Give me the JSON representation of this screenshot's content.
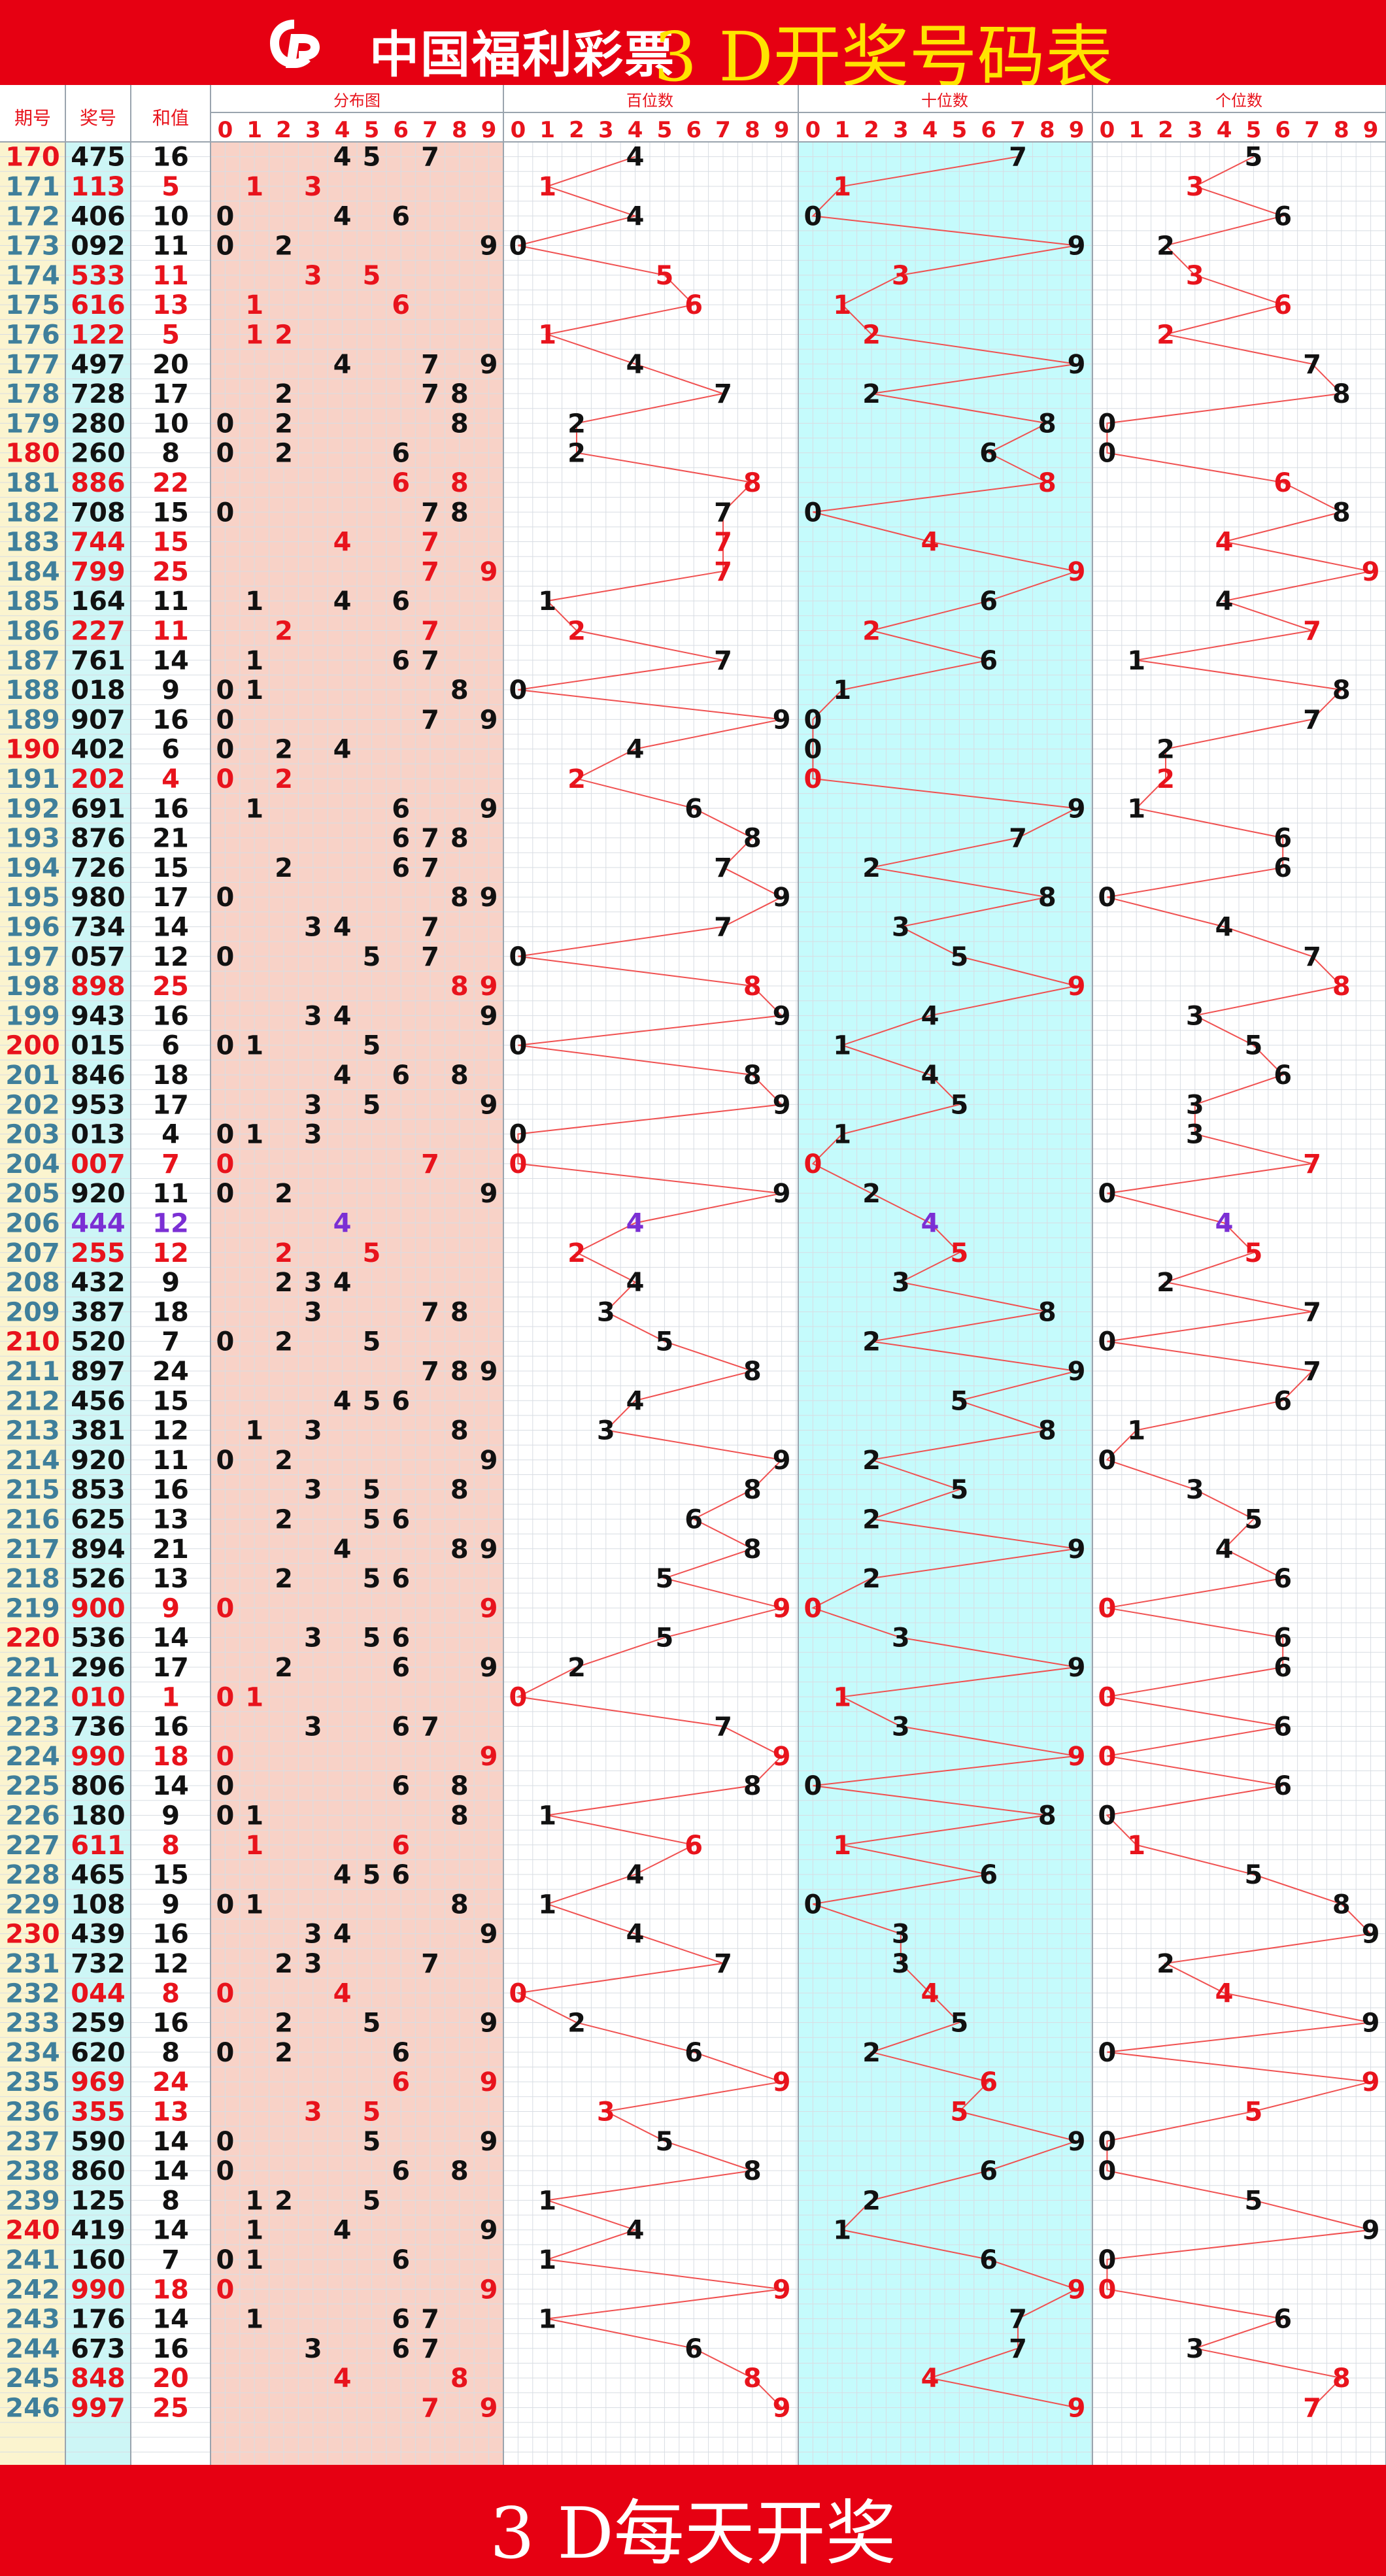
{
  "header": {
    "logo_name": "welfare-lottery-logo",
    "org_name": "中国福利彩票",
    "title": "3 D开奖号码表"
  },
  "footer": {
    "text": "3 D每天开奖"
  },
  "colors": {
    "banner": "#e60012",
    "title_yellow": "#ffe400",
    "period_bg": "#fbf4cf",
    "number_bg": "#cdf6f6",
    "distribution_bg": "#f8d2c7",
    "tens_bg": "#c5fbfc",
    "red": "#e8131c",
    "purple": "#7b2fd4",
    "blue_text": "#3f7f9b",
    "line": "#f05050",
    "grid": "#d8dde3"
  },
  "table": {
    "headers": {
      "period": "期号",
      "number": "奖号",
      "sum": "和值"
    },
    "groups": [
      {
        "key": "distribution",
        "label": "分布图"
      },
      {
        "key": "hundreds",
        "label": "百位数"
      },
      {
        "key": "tens",
        "label": "十位数"
      },
      {
        "key": "units",
        "label": "个位数"
      }
    ],
    "digit_labels": [
      "0",
      "1",
      "2",
      "3",
      "4",
      "5",
      "6",
      "7",
      "8",
      "9"
    ]
  },
  "chart_data": {
    "type": "table",
    "title": "3 D开奖号码表",
    "columns": [
      "期号",
      "奖号",
      "和值",
      "分布图",
      "百位数",
      "十位数",
      "个位数"
    ],
    "rows": [
      {
        "period": "170",
        "number": "475",
        "sum": "16"
      },
      {
        "period": "171",
        "number": "113",
        "sum": "5"
      },
      {
        "period": "172",
        "number": "406",
        "sum": "10"
      },
      {
        "period": "173",
        "number": "092",
        "sum": "11"
      },
      {
        "period": "174",
        "number": "533",
        "sum": "11"
      },
      {
        "period": "175",
        "number": "616",
        "sum": "13"
      },
      {
        "period": "176",
        "number": "122",
        "sum": "5"
      },
      {
        "period": "177",
        "number": "497",
        "sum": "20"
      },
      {
        "period": "178",
        "number": "728",
        "sum": "17"
      },
      {
        "period": "179",
        "number": "280",
        "sum": "10"
      },
      {
        "period": "180",
        "number": "260",
        "sum": "8"
      },
      {
        "period": "181",
        "number": "886",
        "sum": "22"
      },
      {
        "period": "182",
        "number": "708",
        "sum": "15"
      },
      {
        "period": "183",
        "number": "744",
        "sum": "15"
      },
      {
        "period": "184",
        "number": "799",
        "sum": "25"
      },
      {
        "period": "185",
        "number": "164",
        "sum": "11"
      },
      {
        "period": "186",
        "number": "227",
        "sum": "11"
      },
      {
        "period": "187",
        "number": "761",
        "sum": "14"
      },
      {
        "period": "188",
        "number": "018",
        "sum": "9"
      },
      {
        "period": "189",
        "number": "907",
        "sum": "16"
      },
      {
        "period": "190",
        "number": "402",
        "sum": "6"
      },
      {
        "period": "191",
        "number": "202",
        "sum": "4"
      },
      {
        "period": "192",
        "number": "691",
        "sum": "16"
      },
      {
        "period": "193",
        "number": "876",
        "sum": "21"
      },
      {
        "period": "194",
        "number": "726",
        "sum": "15"
      },
      {
        "period": "195",
        "number": "980",
        "sum": "17"
      },
      {
        "period": "196",
        "number": "734",
        "sum": "14"
      },
      {
        "period": "197",
        "number": "057",
        "sum": "12"
      },
      {
        "period": "198",
        "number": "898",
        "sum": "25"
      },
      {
        "period": "199",
        "number": "943",
        "sum": "16"
      },
      {
        "period": "200",
        "number": "015",
        "sum": "6"
      },
      {
        "period": "201",
        "number": "846",
        "sum": "18"
      },
      {
        "period": "202",
        "number": "953",
        "sum": "17"
      },
      {
        "period": "203",
        "number": "013",
        "sum": "4"
      },
      {
        "period": "204",
        "number": "007",
        "sum": "7"
      },
      {
        "period": "205",
        "number": "920",
        "sum": "11"
      },
      {
        "period": "206",
        "number": "444",
        "sum": "12"
      },
      {
        "period": "207",
        "number": "255",
        "sum": "12"
      },
      {
        "period": "208",
        "number": "432",
        "sum": "9"
      },
      {
        "period": "209",
        "number": "387",
        "sum": "18"
      },
      {
        "period": "210",
        "number": "520",
        "sum": "7"
      },
      {
        "period": "211",
        "number": "897",
        "sum": "24"
      },
      {
        "period": "212",
        "number": "456",
        "sum": "15"
      },
      {
        "period": "213",
        "number": "381",
        "sum": "12"
      },
      {
        "period": "214",
        "number": "920",
        "sum": "11"
      },
      {
        "period": "215",
        "number": "853",
        "sum": "16"
      },
      {
        "period": "216",
        "number": "625",
        "sum": "13"
      },
      {
        "period": "217",
        "number": "894",
        "sum": "21"
      },
      {
        "period": "218",
        "number": "526",
        "sum": "13"
      },
      {
        "period": "219",
        "number": "900",
        "sum": "9"
      },
      {
        "period": "220",
        "number": "536",
        "sum": "14"
      },
      {
        "period": "221",
        "number": "296",
        "sum": "17"
      },
      {
        "period": "222",
        "number": "010",
        "sum": "1"
      },
      {
        "period": "223",
        "number": "736",
        "sum": "16"
      },
      {
        "period": "224",
        "number": "990",
        "sum": "18"
      },
      {
        "period": "225",
        "number": "806",
        "sum": "14"
      },
      {
        "period": "226",
        "number": "180",
        "sum": "9"
      },
      {
        "period": "227",
        "number": "611",
        "sum": "8"
      },
      {
        "period": "228",
        "number": "465",
        "sum": "15"
      },
      {
        "period": "229",
        "number": "108",
        "sum": "9"
      },
      {
        "period": "230",
        "number": "439",
        "sum": "16"
      },
      {
        "period": "231",
        "number": "732",
        "sum": "12"
      },
      {
        "period": "232",
        "number": "044",
        "sum": "8"
      },
      {
        "period": "233",
        "number": "259",
        "sum": "16"
      },
      {
        "period": "234",
        "number": "620",
        "sum": "8"
      },
      {
        "period": "235",
        "number": "969",
        "sum": "24"
      },
      {
        "period": "236",
        "number": "355",
        "sum": "13"
      },
      {
        "period": "237",
        "number": "590",
        "sum": "14"
      },
      {
        "period": "238",
        "number": "860",
        "sum": "14"
      },
      {
        "period": "239",
        "number": "125",
        "sum": "8"
      },
      {
        "period": "240",
        "number": "419",
        "sum": "14"
      },
      {
        "period": "241",
        "number": "160",
        "sum": "7"
      },
      {
        "period": "242",
        "number": "990",
        "sum": "18"
      },
      {
        "period": "243",
        "number": "176",
        "sum": "14"
      },
      {
        "period": "244",
        "number": "673",
        "sum": "16"
      },
      {
        "period": "245",
        "number": "848",
        "sum": "20"
      },
      {
        "period": "246",
        "number": "997",
        "sum": "25"
      }
    ],
    "grid": true
  }
}
